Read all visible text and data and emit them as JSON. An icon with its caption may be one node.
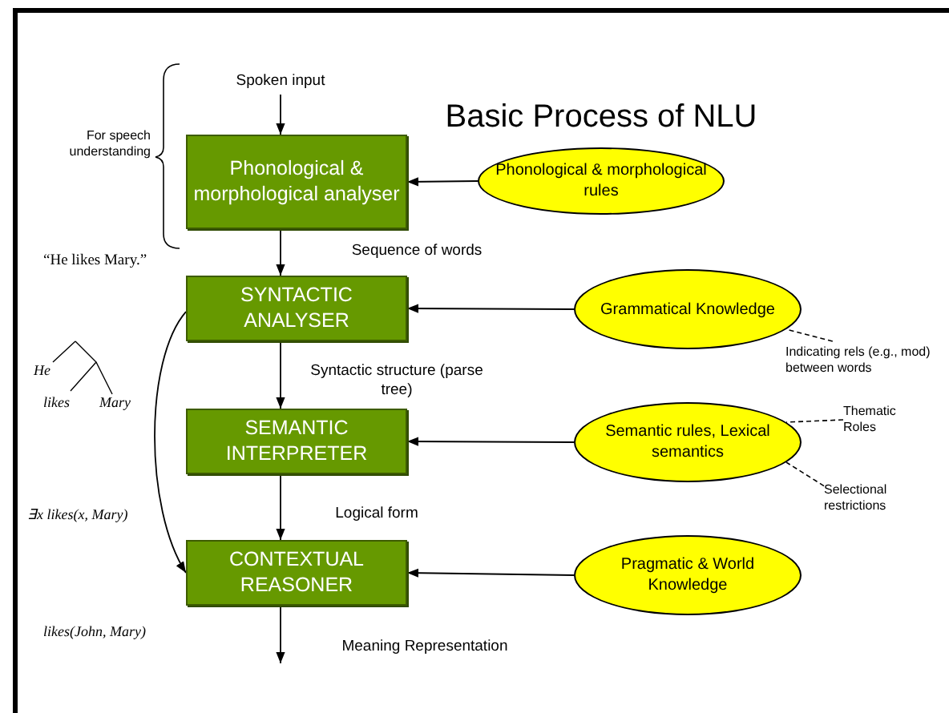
{
  "diagram": {
    "title": "Basic Process of NLU",
    "nodes": [
      {
        "text": [
          "Spoken input"
        ]
      },
      {
        "text": [
          "Phonological & morphological analyser"
        ]
      },
      {
        "text": [
          "SYNTACTIC ANALYSER"
        ]
      },
      {
        "text": [
          "SEMANTIC INTERPRETER"
        ]
      },
      {
        "text": [
          "CONTEXTUAL REASONER"
        ]
      },
      {
        "text": [
          "Phonological & morphological rules"
        ]
      },
      {
        "text": [
          "Grammatical Knowledge"
        ]
      },
      {
        "text": [
          "Semantic rules, Lexical semantics"
        ]
      },
      {
        "text": [
          "Pragmatic & World Knowledge"
        ]
      },
      {
        "text": [
          "Indicating rels (e.g., mod) between words"
        ]
      },
      {
        "text": [
          "Thematic Roles"
        ]
      },
      {
        "text": [
          "Selectional restrictions"
        ]
      }
    ],
    "edges": [
      {
        "from": 0,
        "to": 1,
        "arrow": "to"
      },
      {
        "from": 1,
        "to": 2,
        "arrow": "to",
        "label": "Sequence of words"
      },
      {
        "from": 2,
        "to": 3,
        "arrow": "to",
        "label": "Syntactic structure (parse tree)"
      },
      {
        "from": 3,
        "to": 4,
        "arrow": "to",
        "label": "Logical form"
      },
      {
        "from": 4,
        "to": null,
        "arrow": "to",
        "label": "Meaning Representation"
      },
      {
        "from": 5,
        "to": 1,
        "arrow": "to"
      },
      {
        "from": 6,
        "to": 2,
        "arrow": "to"
      },
      {
        "from": 7,
        "to": 3,
        "arrow": "to"
      },
      {
        "from": 8,
        "to": 4,
        "arrow": "to"
      },
      {
        "from": 2,
        "to": 4,
        "arrow": "to"
      },
      {
        "from": 9,
        "to": 6,
        "arrow": "none",
        "style": "dashed"
      },
      {
        "from": 10,
        "to": 7,
        "arrow": "none",
        "style": "dashed"
      },
      {
        "from": 11,
        "to": 7,
        "arrow": "none",
        "style": "dashed"
      }
    ],
    "labels": [
      "For speech understanding",
      "“He likes Mary.”",
      "He",
      "likes",
      "Mary",
      "∃x likes(x, Mary)",
      "likes(John, Mary)"
    ]
  }
}
